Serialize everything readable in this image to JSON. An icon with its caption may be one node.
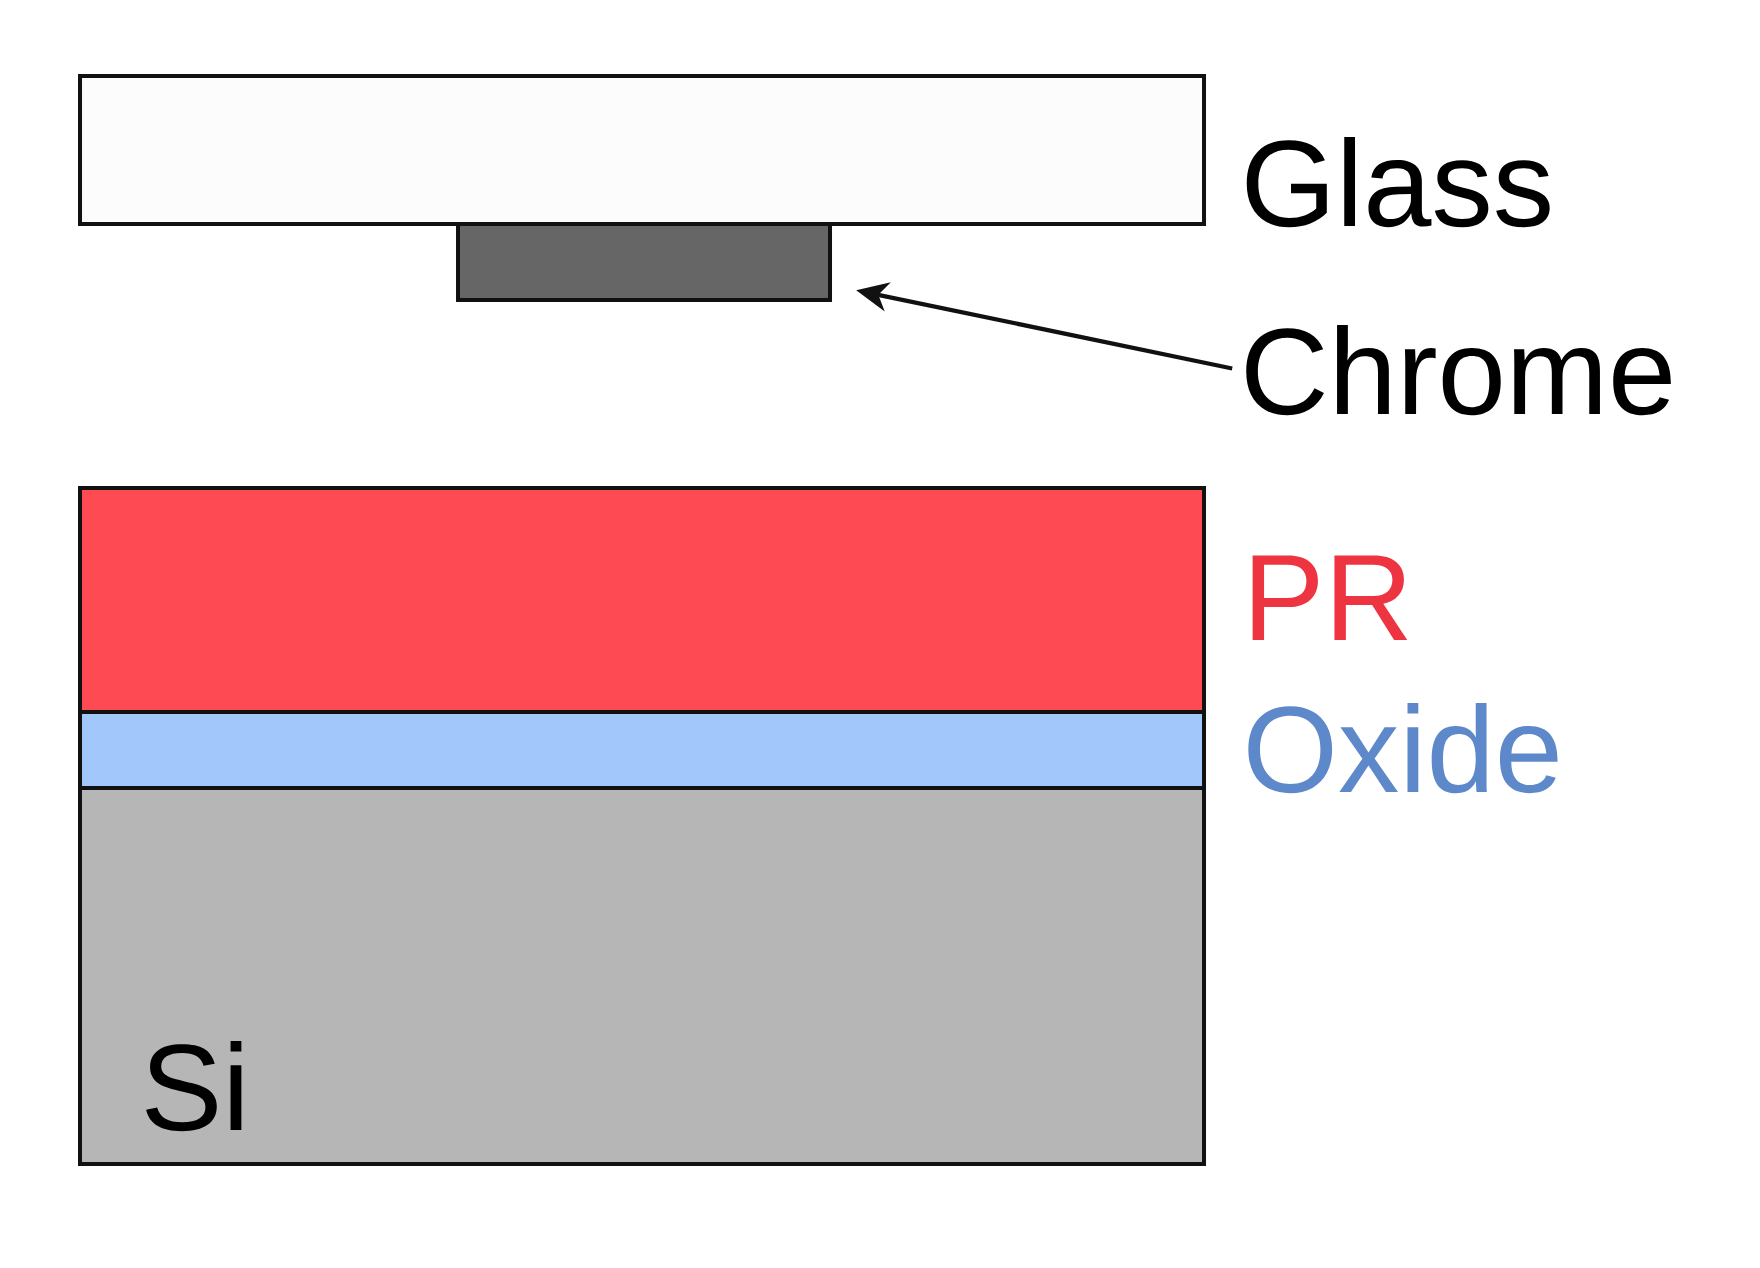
{
  "diagram": {
    "nodes": [
      {
        "text": [],
        "shape": "box",
        "beside": [
          "Glass"
        ]
      },
      {
        "text": [],
        "shape": "box"
      },
      {
        "text": [
          "Chrome"
        ]
      },
      {
        "text": [],
        "shape": "box",
        "beside": [
          "PR"
        ]
      },
      {
        "text": [],
        "shape": "box",
        "beside": [
          "Oxide"
        ]
      },
      {
        "text": [
          "Si"
        ]
      }
    ],
    "edges": [
      {
        "from": 2,
        "to": 1,
        "arrow": "to"
      }
    ]
  }
}
